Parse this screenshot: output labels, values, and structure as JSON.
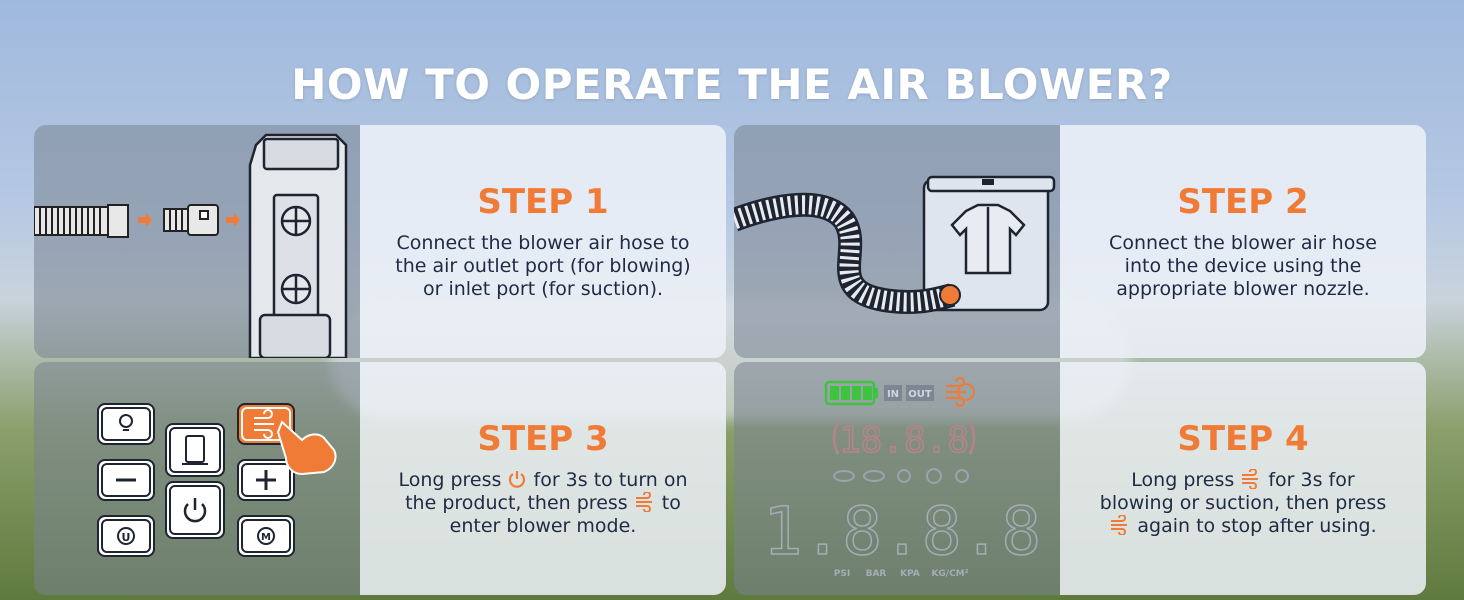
{
  "title": "HOW TO OPERATE THE AIR BLOWER?",
  "colors": {
    "accent": "#f07b36",
    "text": "#1f2a44",
    "battery": "#3ec33e"
  },
  "steps": [
    {
      "title": "STEP 1",
      "lines": [
        "Connect the blower air hose to",
        "the air outlet port (for blowing)",
        "or inlet port (for suction)."
      ]
    },
    {
      "title": "STEP 2",
      "lines": [
        "Connect the blower air hose",
        "into the device using the",
        "appropriate blower nozzle."
      ]
    },
    {
      "title": "STEP 3",
      "line1_a": "Long press",
      "line1_b": "for 3s to turn on",
      "line2_a": "the product, then press",
      "line2_b": "to",
      "line3": "enter blower mode."
    },
    {
      "title": "STEP 4",
      "line1_a": "Long press",
      "line1_b": "for 3s for",
      "line2": "blowing or suction, then press",
      "line3_b": "again to stop after using."
    }
  ],
  "display": {
    "in_label": "IN",
    "out_label": "OUT",
    "top_digits": "18.8.8",
    "bottom_digits": "1.8.8.8",
    "units": [
      "PSI",
      "BAR",
      "KPA",
      "KG/CM²"
    ]
  },
  "icons": {
    "power": "power-icon",
    "fan": "blower-fan-icon",
    "light": "light-bulb-icon",
    "minus": "minus-icon",
    "plus": "plus-icon",
    "unit": "unit-icon",
    "mode": "mode-icon"
  }
}
